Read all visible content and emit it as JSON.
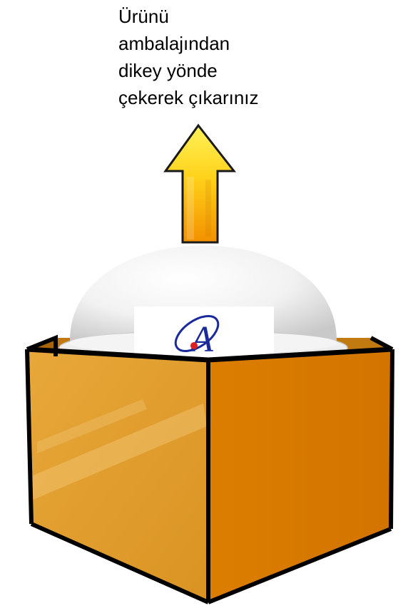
{
  "instruction": {
    "lines": [
      "Ürünü",
      "ambalajından",
      "dikey yönde",
      "çekerek çıkarınız"
    ]
  },
  "illustration": {
    "arrow_icon": "up-arrow-icon",
    "product": "white-dome",
    "logo_letter": "A",
    "box_icon": "cardboard-box-icon"
  },
  "colors": {
    "arrow_top": "#ffe640",
    "arrow_bottom": "#f29a00",
    "box_front": "#e0a030",
    "box_side": "#d97c00",
    "box_edge": "#000000",
    "dome": "#f7f7f7",
    "logo_blue": "#1a2a9a",
    "logo_red": "#e02020"
  }
}
